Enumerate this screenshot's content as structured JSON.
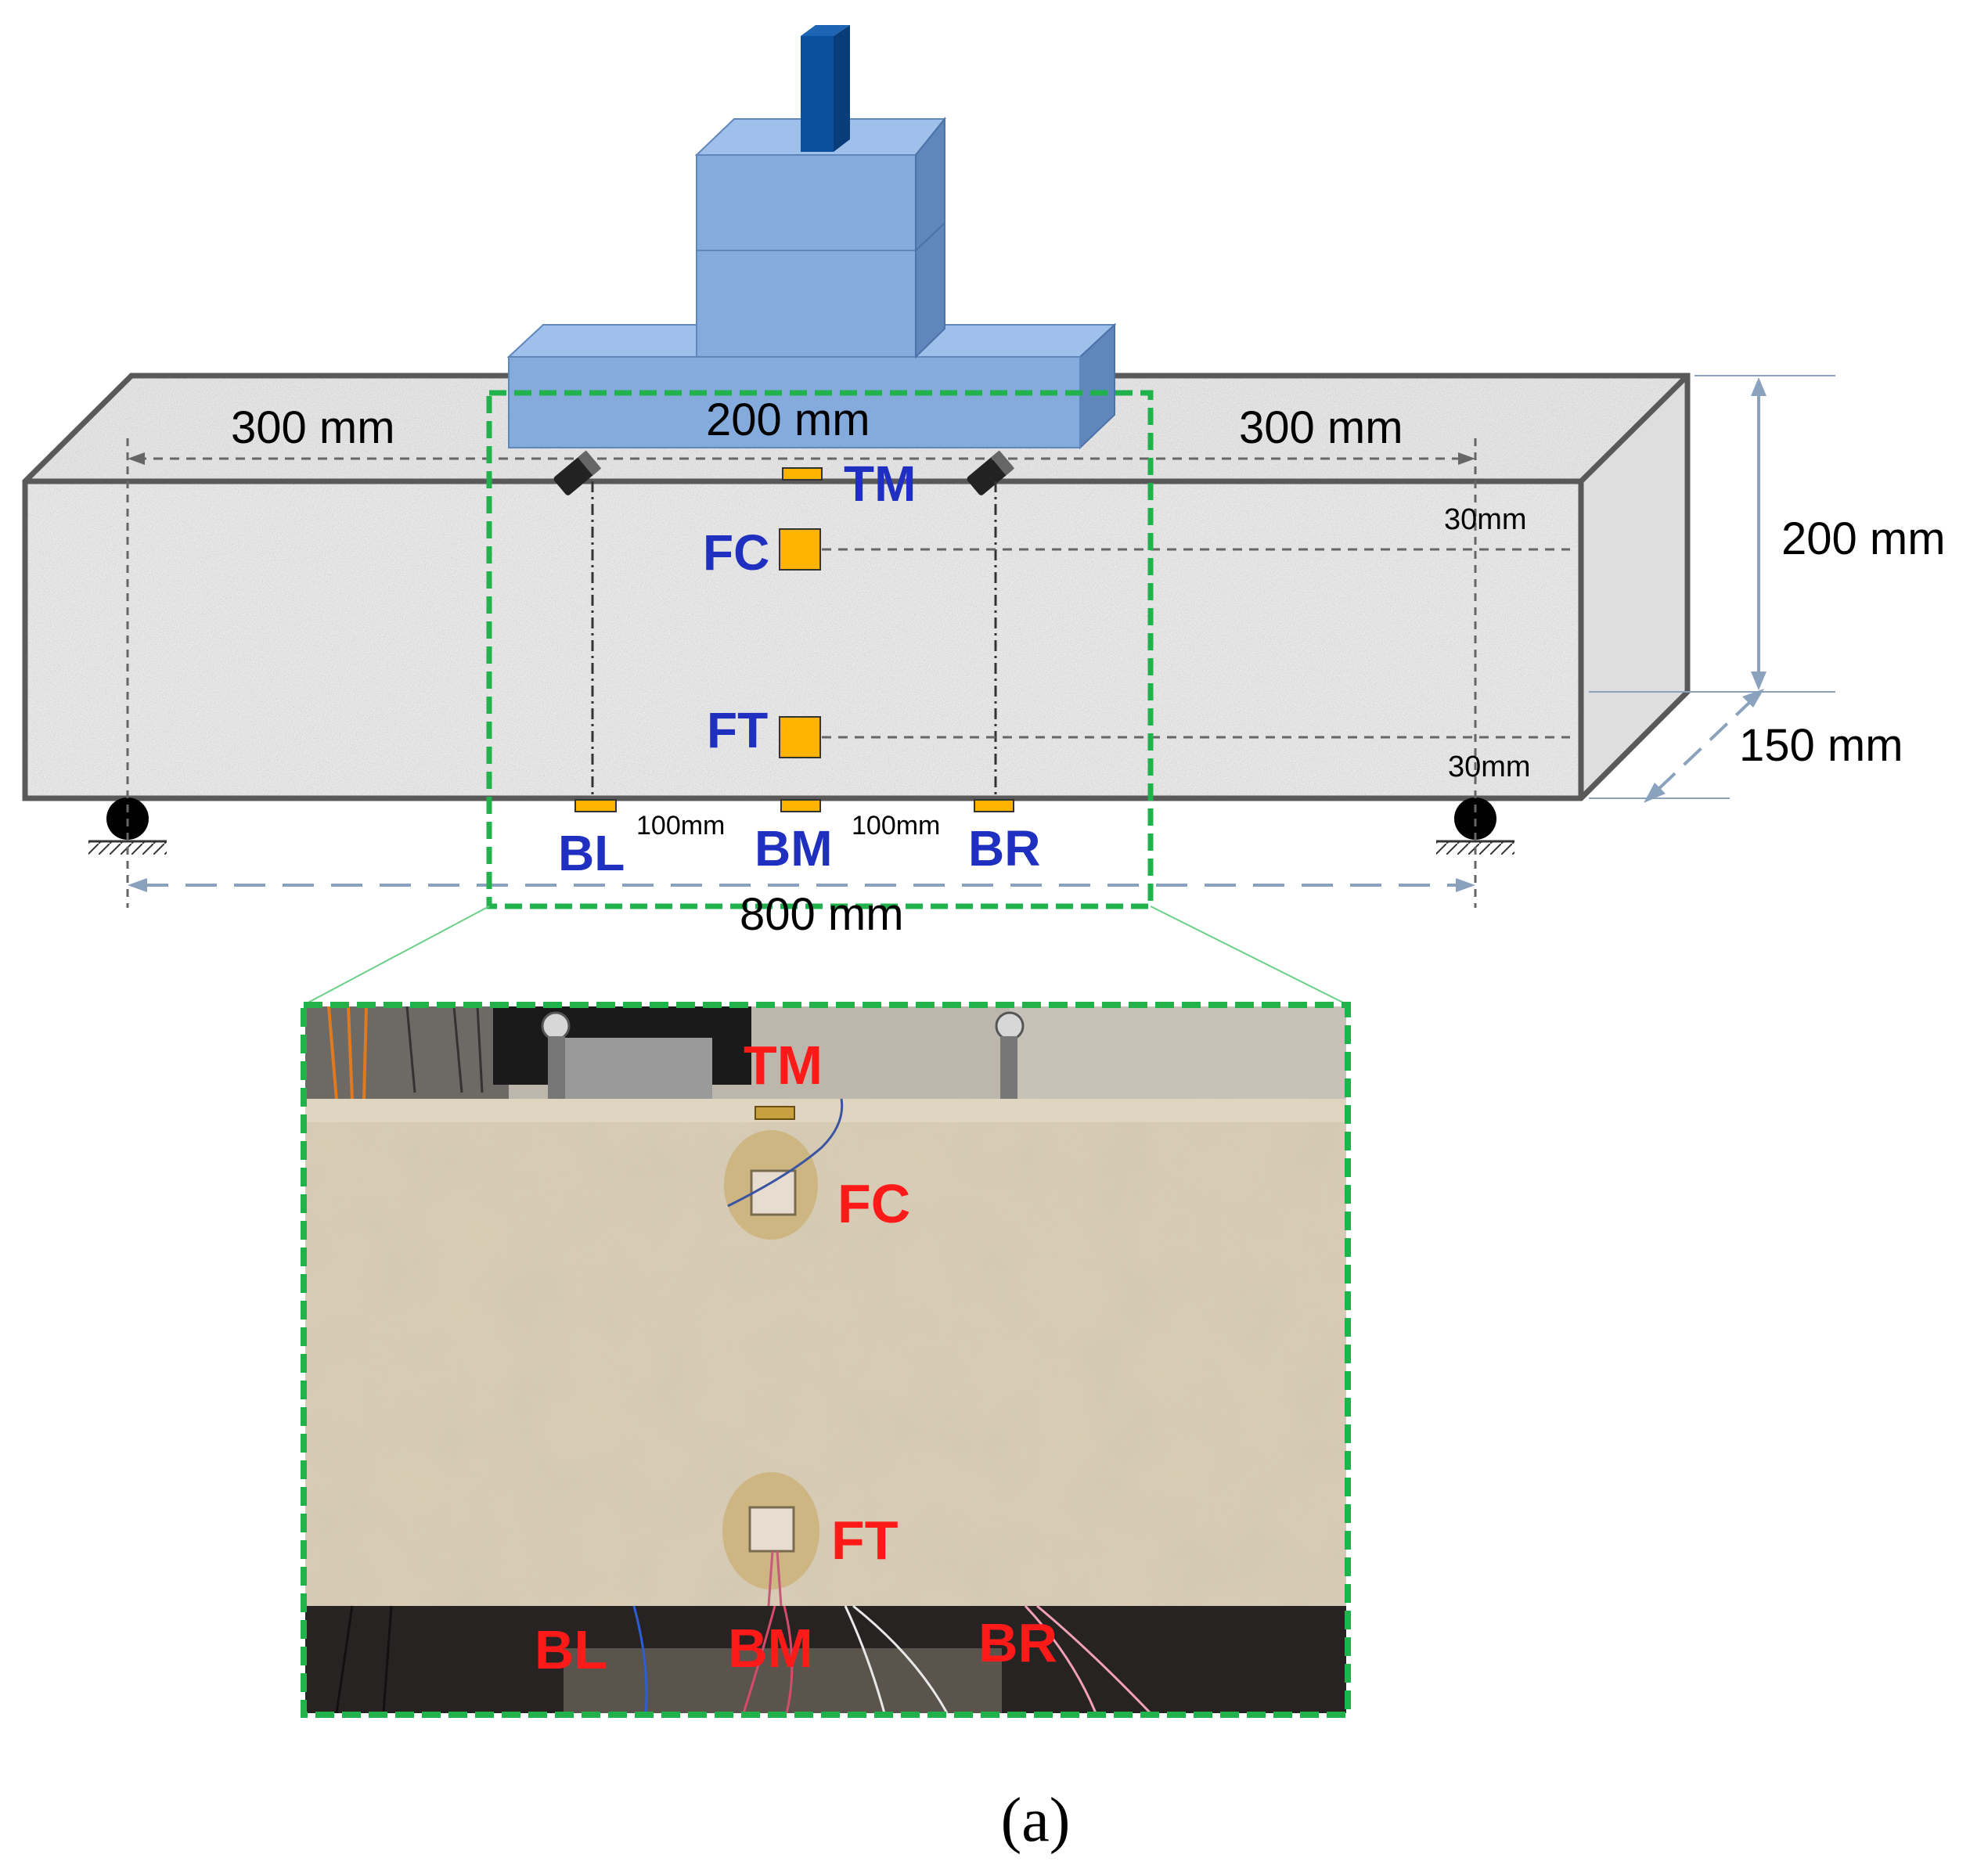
{
  "colors": {
    "sensor_blue_label": "#1f2fbf",
    "sensor_red_label": "#ff1a1a",
    "sensor_fill": "#ffb400",
    "zoom_frame": "#22b24c",
    "loader_face": "#84abdc",
    "loader_side": "#5f87bb",
    "loader_top": "#9ec0ea",
    "ram": "#0c4f9c",
    "beam_outline": "#595959",
    "dimension_blue": "#8aa2bd"
  },
  "dimensions": {
    "left_span": "300 mm",
    "center_span": "200 mm",
    "right_span": "300 mm",
    "height": "200 mm",
    "depth": "150 mm",
    "total_span": "800 mm",
    "top_offset": "30mm",
    "bottom_offset": "30mm",
    "spacing_left": "100mm",
    "spacing_right": "100mm"
  },
  "diagram_sensors": {
    "tm": "TM",
    "fc": "FC",
    "ft": "FT",
    "bl": "BL",
    "bm": "BM",
    "br": "BR"
  },
  "photo_sensors": {
    "tm": "TM",
    "fc": "FC",
    "ft": "FT",
    "bl": "BL",
    "bm": "BM",
    "br": "BR"
  },
  "caption": "(a)"
}
